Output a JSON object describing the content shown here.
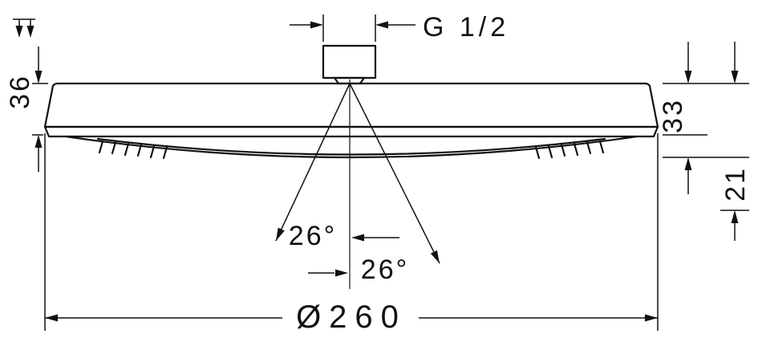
{
  "labels": {
    "thread": "G 1/2",
    "head_height": "36",
    "right_height": "33",
    "right_depth": "21",
    "angle_upper": "26°",
    "angle_lower": "26°",
    "diameter": "Ø260"
  },
  "colors": {
    "ink": "#111111",
    "background": "#ffffff"
  }
}
